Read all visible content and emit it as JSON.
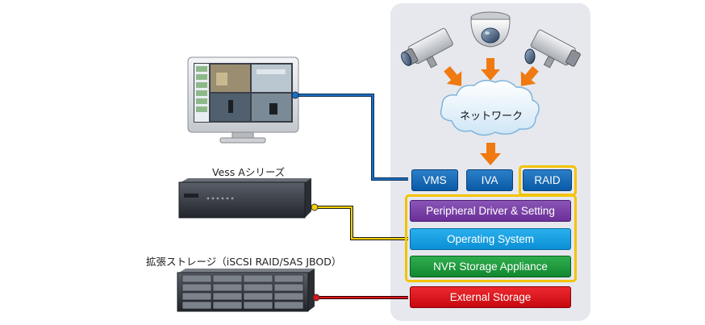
{
  "labels": {
    "vess_series": "Vess Aシリーズ",
    "expansion_storage": "拡張ストレージ（iSCSI RAID/SAS JBOD）",
    "network": "ネットワーク"
  },
  "stack": {
    "vms": "VMS",
    "iva": "IVA",
    "raid": "RAID",
    "peripheral": "Peripheral Driver & Setting",
    "os": "Operating System",
    "nvr": "NVR Storage Appliance",
    "external": "External Storage"
  },
  "colors": {
    "panel": "#e6e8ee",
    "blue": "#1466b3",
    "purple": "#7b43a8",
    "cyan": "#149fe1",
    "green": "#1b9a3b",
    "red": "#e0141b",
    "yellow": "#f3c300",
    "arrow": "#f07a10"
  }
}
